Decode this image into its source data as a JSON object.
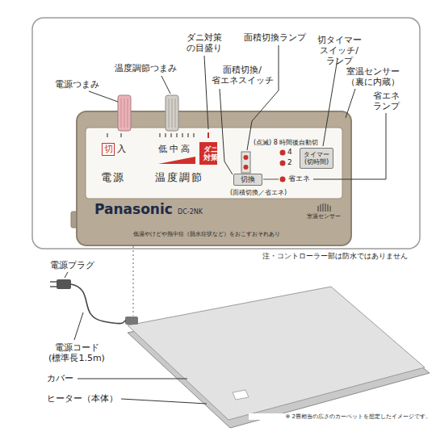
{
  "diagram": {
    "nodes": [
      {
        "text": [
          "Panasonic",
          "DC-2NK"
        ]
      },
      {
        "text": [
          "切"
        ],
        "in": 0
      },
      {
        "text": [
          "ダニ 対策"
        ],
        "in": 0
      },
      {
        "text": [
          "切換"
        ],
        "in": 0
      },
      {
        "text": [
          "タイマー (切時間)"
        ],
        "in": 0
      }
    ],
    "labels": [
      "ダニ対策 の目盛り",
      "面積切換ランプ",
      "切タイマー スイッチ/ランプ",
      "温度調節つまみ",
      "面積切換/ 省エネスイッチ",
      "室温センサー （裏に内蔵）",
      "省エネ ランプ",
      "電源つまみ",
      "入",
      "低中高",
      "電源",
      "温度調節",
      "(点滅) 8 時間後自動切",
      "4",
      "2",
      "省エネ",
      "(面積切換／省エネ)",
      "室温センサー",
      "低温やけどや熱中症（脱水症状など）をおこすおそれあり",
      "注・コントローラー部は防水ではありません",
      "電源プラグ",
      "電源コード (標準長1.5m)",
      "カバー",
      "ヒーター（本体）",
      "※ 2畳相当の広さのカーペットを想定したイメージです。"
    ]
  }
}
